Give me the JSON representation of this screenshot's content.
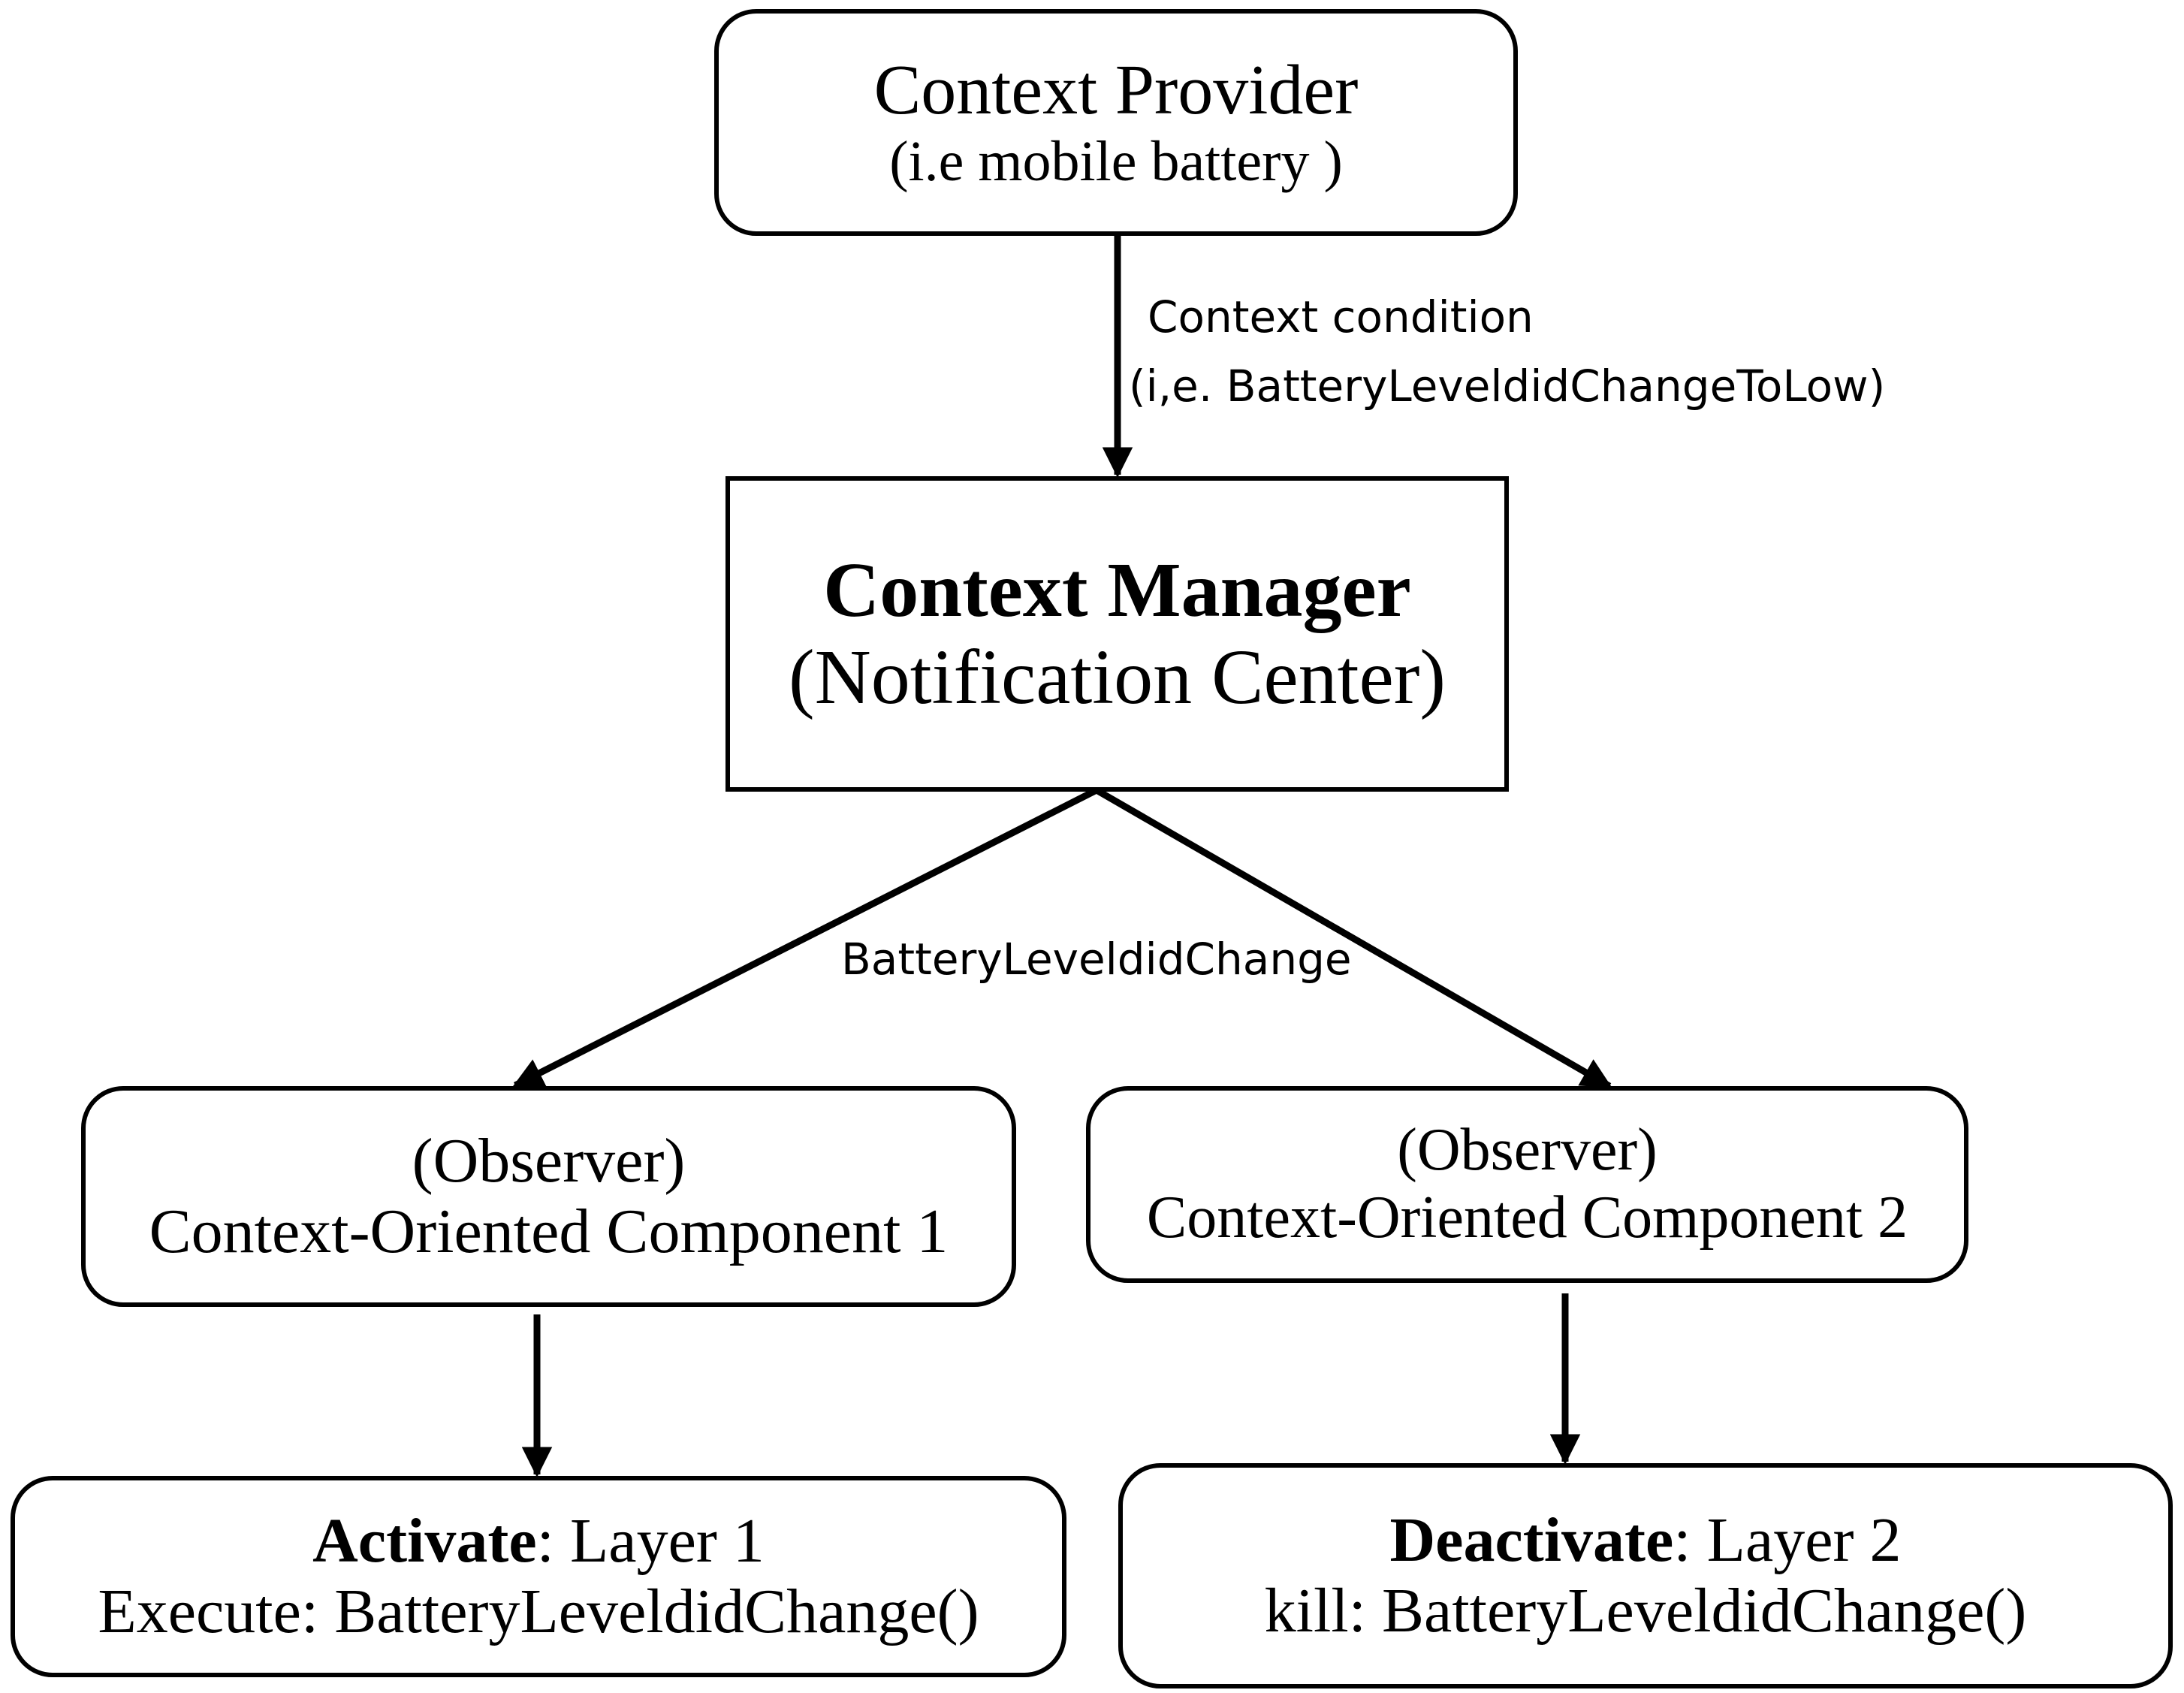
{
  "nodes": {
    "provider": {
      "title": "Context Provider",
      "subtitle": "(i.e mobile battery )"
    },
    "manager": {
      "title": "Context Manager",
      "subtitle": "(Notification Center)"
    },
    "observer1": {
      "role": "(Observer)",
      "name": "Context-Oriented Component 1"
    },
    "observer2": {
      "role": "(Observer)",
      "name": "Context-Oriented Component 2"
    },
    "layer1": {
      "action": "Activate",
      "target": ": Layer 1",
      "detail": "Execute: BatteryLeveldidChange()"
    },
    "layer2": {
      "action": "Deactivate",
      "target": ": Layer 2",
      "detail": "kill: BatteryLeveldidChange()"
    }
  },
  "edges": {
    "provider_to_manager": {
      "line1": "Context condition",
      "line2": "(i,e. BatteryLeveldidChangeToLow)"
    },
    "manager_to_observers": {
      "label": "BatteryLeveldidChange"
    }
  },
  "colors": {
    "stroke": "#000000",
    "background": "#ffffff"
  }
}
